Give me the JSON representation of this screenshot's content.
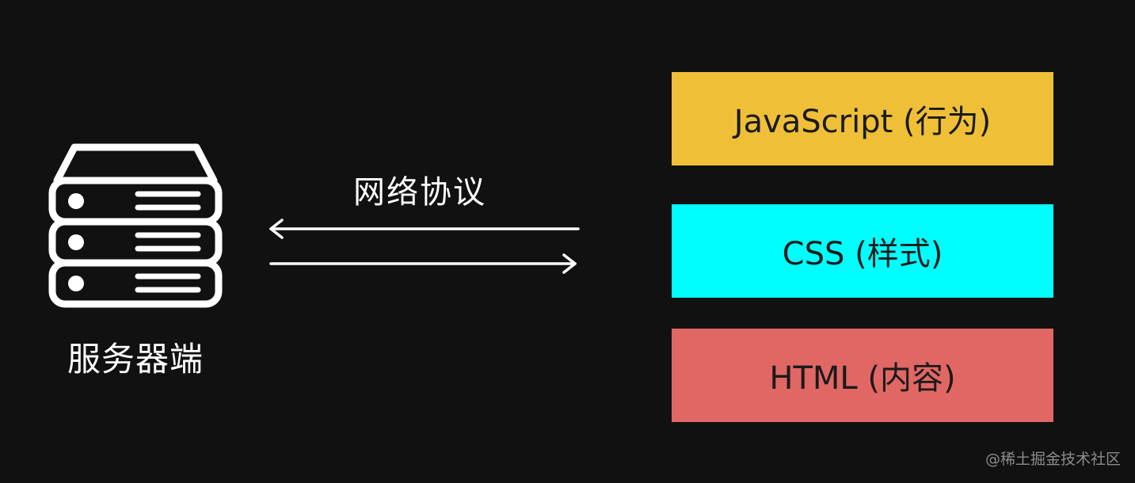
{
  "server": {
    "label": "服务器端",
    "icon": "server-icon"
  },
  "protocol": {
    "label": "网络协议",
    "arrow_left_icon": "arrow-left-icon",
    "arrow_right_icon": "arrow-right-icon"
  },
  "layers": [
    {
      "label": "JavaScript (行为)",
      "color": "#efbf38"
    },
    {
      "label": "CSS (样式)",
      "color": "#00feff"
    },
    {
      "label": "HTML (内容)",
      "color": "#e06764"
    }
  ],
  "watermark": "@稀土掘金技术社区",
  "colors": {
    "background": "#111111",
    "foreground": "#ffffff"
  }
}
